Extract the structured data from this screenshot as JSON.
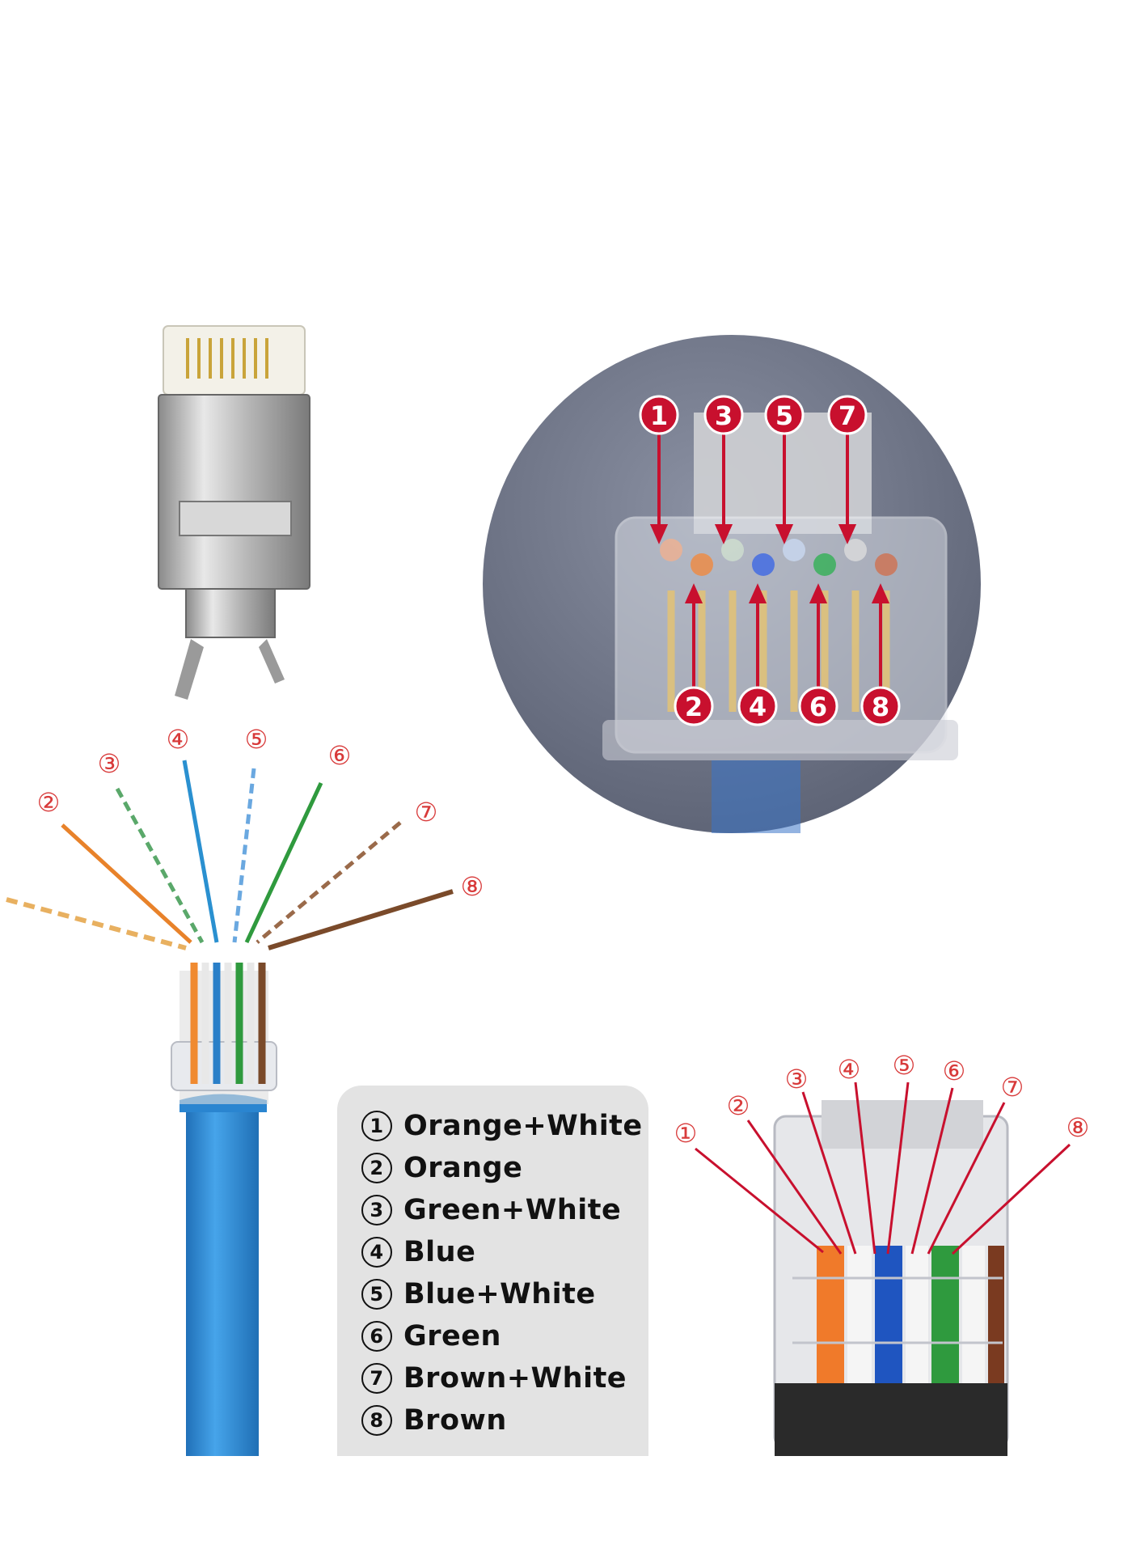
{
  "wire_labels": [
    "①",
    "②",
    "③",
    "④",
    "⑤",
    "⑥",
    "⑦",
    "⑧"
  ],
  "connector_pin_numbers": [
    "1",
    "2",
    "3",
    "4",
    "5",
    "6",
    "7",
    "8"
  ],
  "legend": [
    {
      "num": "1",
      "name": "Orange+White"
    },
    {
      "num": "2",
      "name": "Orange"
    },
    {
      "num": "3",
      "name": "Green+White"
    },
    {
      "num": "4",
      "name": "Blue"
    },
    {
      "num": "5",
      "name": "Blue+White"
    },
    {
      "num": "6",
      "name": "Green"
    },
    {
      "num": "7",
      "name": "Brown+White"
    },
    {
      "num": "8",
      "name": "Brown"
    }
  ],
  "colors": {
    "orange": "#e8822a",
    "green": "#2f9a3e",
    "blue": "#2a7fc8",
    "brown": "#7a4a2a",
    "cable": "#2f8fd6",
    "marker_red": "#c8102e",
    "label_red": "#d83a3a",
    "circle_bg": "#6f7588"
  }
}
